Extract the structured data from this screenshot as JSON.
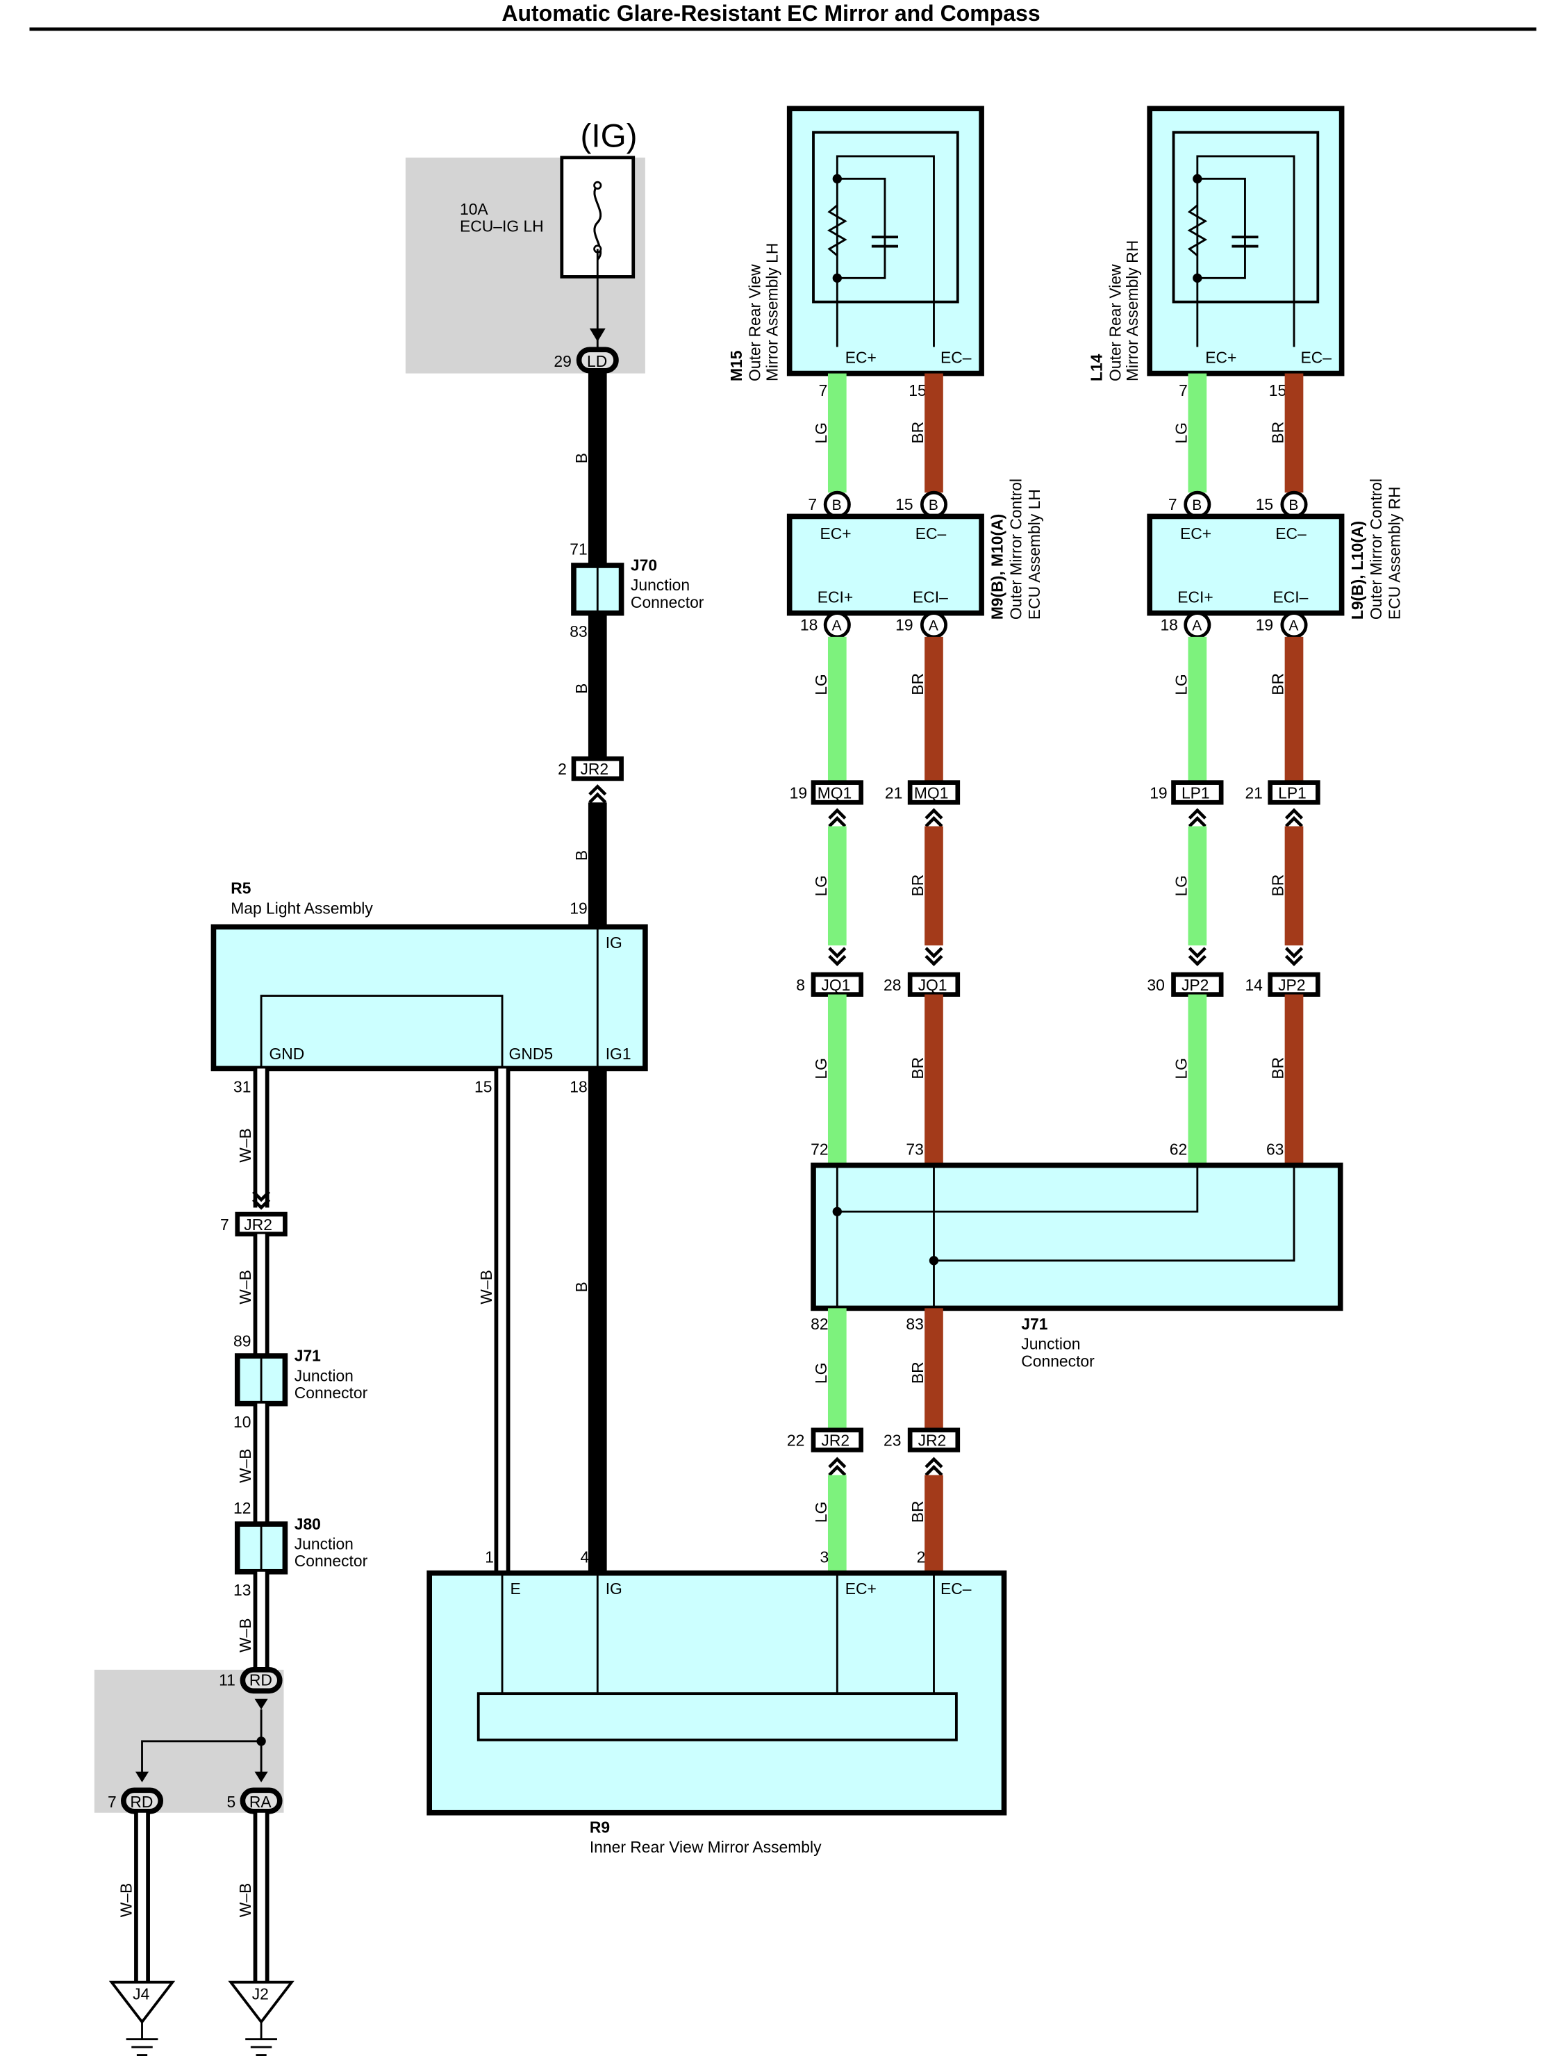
{
  "title": "Automatic Glare-Resistant EC Mirror and Compass",
  "fuse": {
    "supply": "(IG)",
    "rating": "10A",
    "name": "ECU–IG LH",
    "pin": "29",
    "connector": "LD"
  },
  "wire_colors": {
    "B": "B",
    "LG": "LG",
    "BR": "BR",
    "WB": "W–B"
  },
  "colors": {
    "box_fill": "#ccffff",
    "lg": "#7df27d",
    "br": "#a33a1a",
    "gray_area": "#d4d4d4"
  },
  "j70": {
    "code": "J70",
    "line1": "Junction",
    "line2": "Connector",
    "pin_in": "71",
    "pin_out": "83"
  },
  "jr2_top": {
    "pin": "2",
    "label": "JR2"
  },
  "r5": {
    "code": "R5",
    "name": "Map Light Assembly",
    "pin_ig": "19",
    "ig": "IG",
    "gnd": "GND",
    "gnd5": "GND5",
    "ig1": "IG1",
    "pin_gnd": "31",
    "pin_gnd5": "15",
    "pin_ig1": "18"
  },
  "jr2_left": {
    "pin": "7",
    "label": "JR2"
  },
  "j71_left": {
    "code": "J71",
    "line1": "Junction",
    "line2": "Connector",
    "pin_in": "89",
    "pin_out": "10"
  },
  "j80": {
    "code": "J80",
    "line1": "Junction",
    "line2": "Connector",
    "pin_in": "12",
    "pin_out": "13"
  },
  "ground_splice": {
    "rd_pin": "11",
    "rd": "RD",
    "rd2_pin": "7",
    "rd2": "RD",
    "ra_pin": "5",
    "ra": "RA"
  },
  "grounds": {
    "j4": "J4",
    "j2": "J2"
  },
  "m15": {
    "code": "M15",
    "line1": "Outer Rear View",
    "line2": "Mirror Assembly LH",
    "ec_plus": "EC+",
    "ec_minus": "EC–",
    "pin_plus": "7",
    "pin_minus": "15"
  },
  "l14": {
    "code": "L14",
    "line1": "Outer Rear View",
    "line2": "Mirror Assembly RH",
    "ec_plus": "EC+",
    "ec_minus": "EC–",
    "pin_plus": "7",
    "pin_minus": "15"
  },
  "m9": {
    "code": "M9(B), M10(A)",
    "line1": "Outer Mirror Control",
    "line2": "ECU Assembly LH",
    "ec_plus": "EC+",
    "ec_minus": "EC–",
    "eci_plus": "ECI+",
    "eci_minus": "ECI–",
    "pin_b1": "7",
    "pin_b2": "15",
    "con_b": "B",
    "pin_a1": "18",
    "pin_a2": "19",
    "con_a": "A"
  },
  "l9": {
    "code": "L9(B), L10(A)",
    "line1": "Outer Mirror Control",
    "line2": "ECU Assembly RH",
    "ec_plus": "EC+",
    "ec_minus": "EC–",
    "eci_plus": "ECI+",
    "eci_minus": "ECI–",
    "pin_b1": "7",
    "pin_b2": "15",
    "con_b": "B",
    "pin_a1": "18",
    "pin_a2": "19",
    "con_a": "A"
  },
  "mq1": {
    "pin1": "19",
    "pin2": "21",
    "label": "MQ1"
  },
  "lp1": {
    "pin1": "19",
    "pin2": "21",
    "label": "LP1"
  },
  "jq1": {
    "pin1": "8",
    "pin2": "28",
    "label": "JQ1"
  },
  "jp2": {
    "pin1": "30",
    "pin2": "14",
    "label": "JP2"
  },
  "j71_right": {
    "code": "J71",
    "line1": "Junction",
    "line2": "Connector",
    "pin72": "72",
    "pin73": "73",
    "pin62": "62",
    "pin63": "63",
    "pin82": "82",
    "pin83": "83"
  },
  "jr2_bottom": {
    "pin1": "22",
    "pin2": "23",
    "label": "JR2"
  },
  "r9": {
    "code": "R9",
    "name": "Inner Rear View Mirror Assembly",
    "e": "E",
    "ig": "IG",
    "ec_plus": "EC+",
    "ec_minus": "EC–",
    "pin_e": "1",
    "pin_ig": "4",
    "pin_ec_plus": "3",
    "pin_ec_minus": "2"
  }
}
